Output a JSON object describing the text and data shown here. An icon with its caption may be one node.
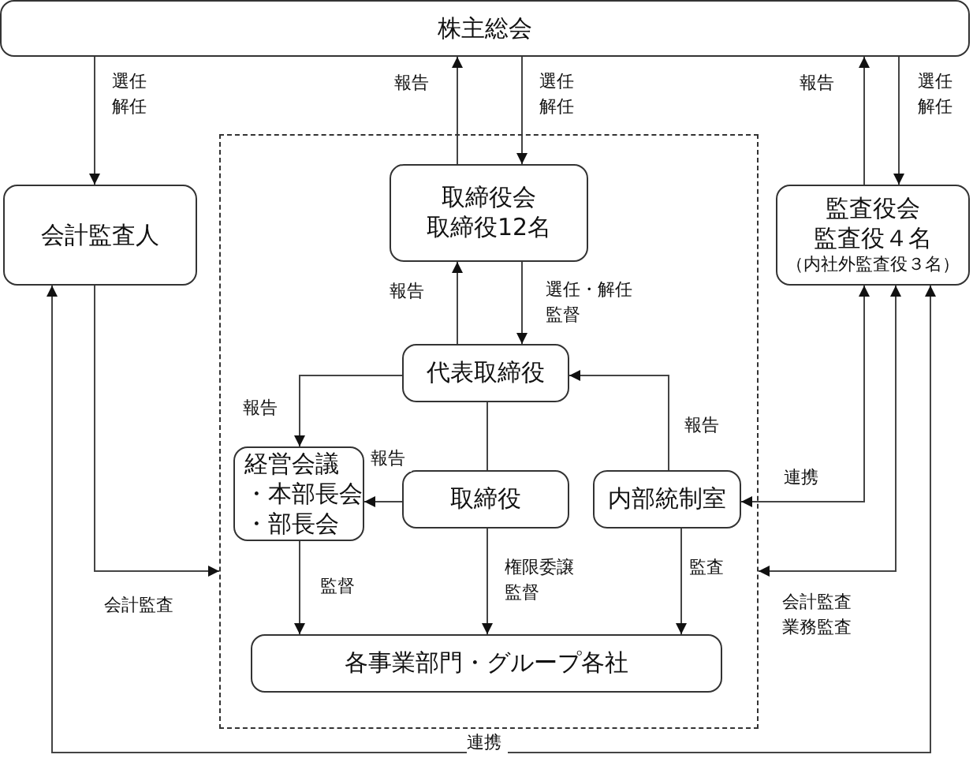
{
  "diagram": {
    "nodes": [
      {
        "text": [
          "株主総会"
        ]
      },
      {
        "text": [
          "会計監査人"
        ]
      },
      {
        "text": [],
        "shape": "box"
      },
      {
        "text": [
          "取締役会",
          "取締役12名"
        ],
        "in": 2
      },
      {
        "text": [
          "監査役会",
          "監査役４名",
          "（内社外監査役３名）"
        ]
      },
      {
        "text": [
          "代表取締役"
        ],
        "in": 2
      },
      {
        "text": [
          "経営会議",
          "・本部長会",
          "・部長会"
        ],
        "in": 2
      },
      {
        "text": [
          "取締役"
        ],
        "in": 2
      },
      {
        "text": [
          "内部統制室"
        ],
        "in": 2
      },
      {
        "text": [
          "各事業部門・グループ各社"
        ],
        "in": 2
      }
    ],
    "edges": [
      {
        "from": 0,
        "to": 1,
        "arrow": "to",
        "label": "選任解任"
      },
      {
        "from": 3,
        "to": 0,
        "arrow": "to",
        "label": "報告"
      },
      {
        "from": 0,
        "to": 3,
        "arrow": "to",
        "label": "選任解任"
      },
      {
        "from": 4,
        "to": 0,
        "arrow": "to",
        "label": "報告"
      },
      {
        "from": 0,
        "to": 4,
        "arrow": "to",
        "label": "選任解任"
      },
      {
        "from": 5,
        "to": 3,
        "arrow": "to",
        "label": "報告"
      },
      {
        "from": 3,
        "to": 5,
        "arrow": "to",
        "label": "選任・解任監督"
      },
      {
        "from": 5,
        "to": 6,
        "arrow": "to",
        "label": "報告"
      },
      {
        "from": 7,
        "to": 6,
        "arrow": "to",
        "label": "報告"
      },
      {
        "from": 5,
        "to": 7,
        "arrow": "none"
      },
      {
        "from": 8,
        "to": 5,
        "arrow": "to",
        "label": "報告"
      },
      {
        "from": 4,
        "to": 8,
        "arrow": "both",
        "label": "連携"
      },
      {
        "from": 4,
        "to": 2,
        "arrow": "both",
        "label": "会計監査業務監査"
      },
      {
        "from": 1,
        "to": 2,
        "arrow": "to",
        "label": "会計監査"
      },
      {
        "from": 1,
        "to": 4,
        "arrow": "both",
        "label": "連携"
      },
      {
        "from": 6,
        "to": 9,
        "arrow": "to",
        "label": "監督"
      },
      {
        "from": 7,
        "to": 9,
        "arrow": "to",
        "label": "権限委譲監督"
      },
      {
        "from": 8,
        "to": 9,
        "arrow": "to",
        "label": "監査"
      }
    ]
  }
}
